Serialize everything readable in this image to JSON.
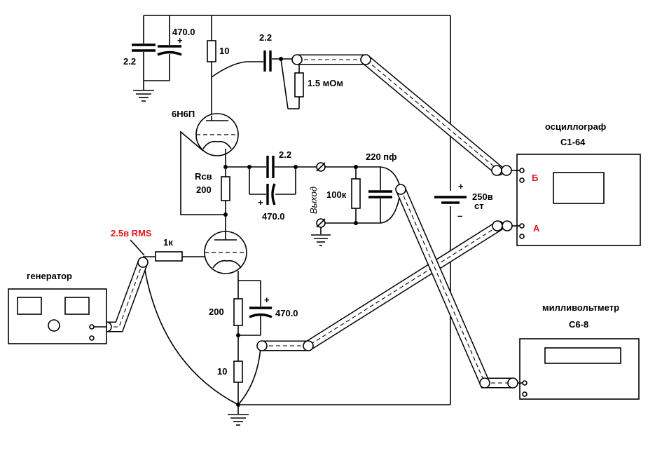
{
  "labels": {
    "c_top_left": "2.2",
    "c_top_elec": "470.0",
    "r_anode": "10",
    "c_out": "2.2",
    "r_out": "1.5 мОм",
    "tube": "6Н6П",
    "r_cb_name": "Rсв",
    "r_cb_value": "200",
    "c_mid": "2.2",
    "c_mid_elec": "470.0",
    "output": "Выход",
    "r_100k": "100к",
    "c_220": "220 пф",
    "supply": "250в",
    "supply_sub": "ст",
    "plus": "+",
    "minus": "–",
    "input_level": "2.5в RMS",
    "r_input": "1к",
    "r_cathode": "200",
    "c_cathode_elec": "470.0",
    "r_bottom": "10"
  },
  "instruments": {
    "generator": {
      "title": "генератор"
    },
    "oscilloscope": {
      "title": "осциллограф",
      "model": "С1-64",
      "input_b": "Б",
      "input_a": "А"
    },
    "millivoltmeter": {
      "title": "милливольтметр",
      "model": "С6-8"
    }
  },
  "colors": {
    "ink": "#000000",
    "accent_red": "#e01a1a",
    "background": "#ffffff"
  }
}
